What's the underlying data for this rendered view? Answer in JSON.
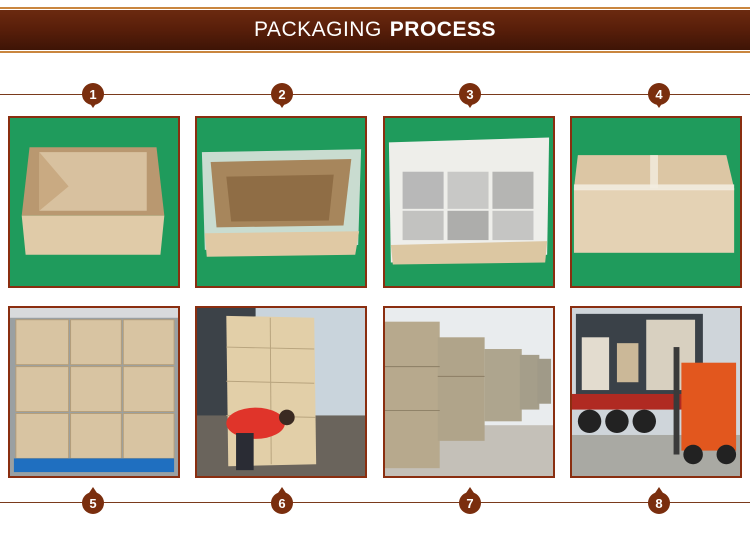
{
  "header": {
    "title_light": "PACKAGING",
    "title_bold": "PROCESS"
  },
  "steps": [
    {
      "number": "1",
      "icon": "empty-carton-box-photo"
    },
    {
      "number": "2",
      "icon": "carton-with-plastic-liner-photo"
    },
    {
      "number": "3",
      "icon": "carton-filled-with-foil-bags-photo"
    },
    {
      "number": "4",
      "icon": "sealed-carton-photo"
    },
    {
      "number": "5",
      "icon": "cartons-on-pallet-photo"
    },
    {
      "number": "6",
      "icon": "worker-wrapping-pallet-photo"
    },
    {
      "number": "7",
      "icon": "pallets-in-warehouse-photo"
    },
    {
      "number": "8",
      "icon": "truck-loading-forklift-photo"
    }
  ]
}
